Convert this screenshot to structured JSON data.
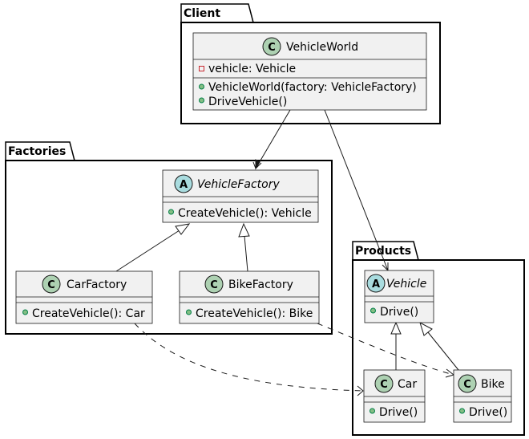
{
  "packages": {
    "client": "Client",
    "factories": "Factories",
    "products": "Products"
  },
  "classes": {
    "vehicle_world": {
      "name": "VehicleWorld",
      "badge": "C",
      "fields": [
        "vehicle: Vehicle"
      ],
      "methods": [
        "VehicleWorld(factory: VehicleFactory)",
        "DriveVehicle()"
      ]
    },
    "vehicle_factory": {
      "name": "VehicleFactory",
      "badge": "A",
      "abstract": true,
      "methods": [
        "CreateVehicle(): Vehicle"
      ]
    },
    "car_factory": {
      "name": "CarFactory",
      "badge": "C",
      "methods": [
        "CreateVehicle(): Car"
      ]
    },
    "bike_factory": {
      "name": "BikeFactory",
      "badge": "C",
      "methods": [
        "CreateVehicle(): Bike"
      ]
    },
    "vehicle": {
      "name": "Vehicle",
      "badge": "A",
      "abstract": true,
      "methods": [
        "Drive()"
      ]
    },
    "car": {
      "name": "Car",
      "badge": "C",
      "methods": [
        "Drive()"
      ]
    },
    "bike": {
      "name": "Bike",
      "badge": "C",
      "methods": [
        "Drive()"
      ]
    }
  },
  "relations": [
    {
      "from": "VehicleWorld",
      "to": "VehicleFactory",
      "kind": "association"
    },
    {
      "from": "VehicleWorld",
      "to": "Vehicle",
      "kind": "association"
    },
    {
      "from": "CarFactory",
      "to": "VehicleFactory",
      "kind": "inheritance"
    },
    {
      "from": "BikeFactory",
      "to": "VehicleFactory",
      "kind": "inheritance"
    },
    {
      "from": "Car",
      "to": "Vehicle",
      "kind": "inheritance"
    },
    {
      "from": "Bike",
      "to": "Vehicle",
      "kind": "inheritance"
    },
    {
      "from": "CarFactory",
      "to": "Car",
      "kind": "dependency"
    },
    {
      "from": "BikeFactory",
      "to": "Bike",
      "kind": "dependency"
    }
  ],
  "colors": {
    "class_fill": "#f1f1f1",
    "class_badge": "#add1b2",
    "abstract_badge": "#a9dcdf",
    "private_marker": "#c82930",
    "public_marker": "#84be84"
  }
}
